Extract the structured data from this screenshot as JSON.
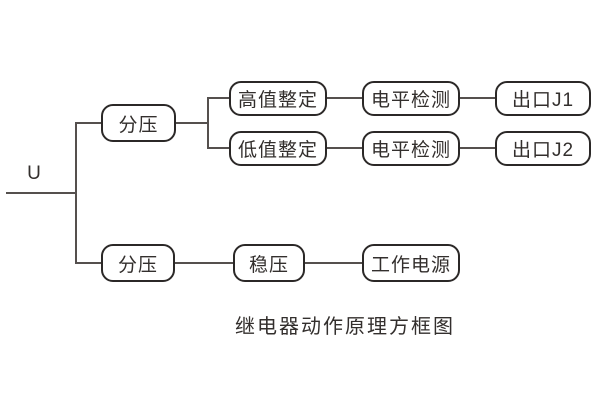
{
  "diagram": {
    "input_label": "U",
    "caption": "继电器动作原理方框图",
    "nodes": {
      "voltage_divider_1": "分压",
      "high_value_setting": "高值整定",
      "low_value_setting": "低值整定",
      "level_detect_1": "电平检测",
      "level_detect_2": "电平检测",
      "output_j1": "出口J1",
      "output_j2": "出口J2",
      "voltage_divider_2": "分压",
      "voltage_regulator": "稳压",
      "working_power": "工作电源"
    },
    "colors": {
      "line": "#55504e",
      "border": "#2b2827",
      "text": "#332f2d",
      "background": "#ffffff"
    }
  }
}
